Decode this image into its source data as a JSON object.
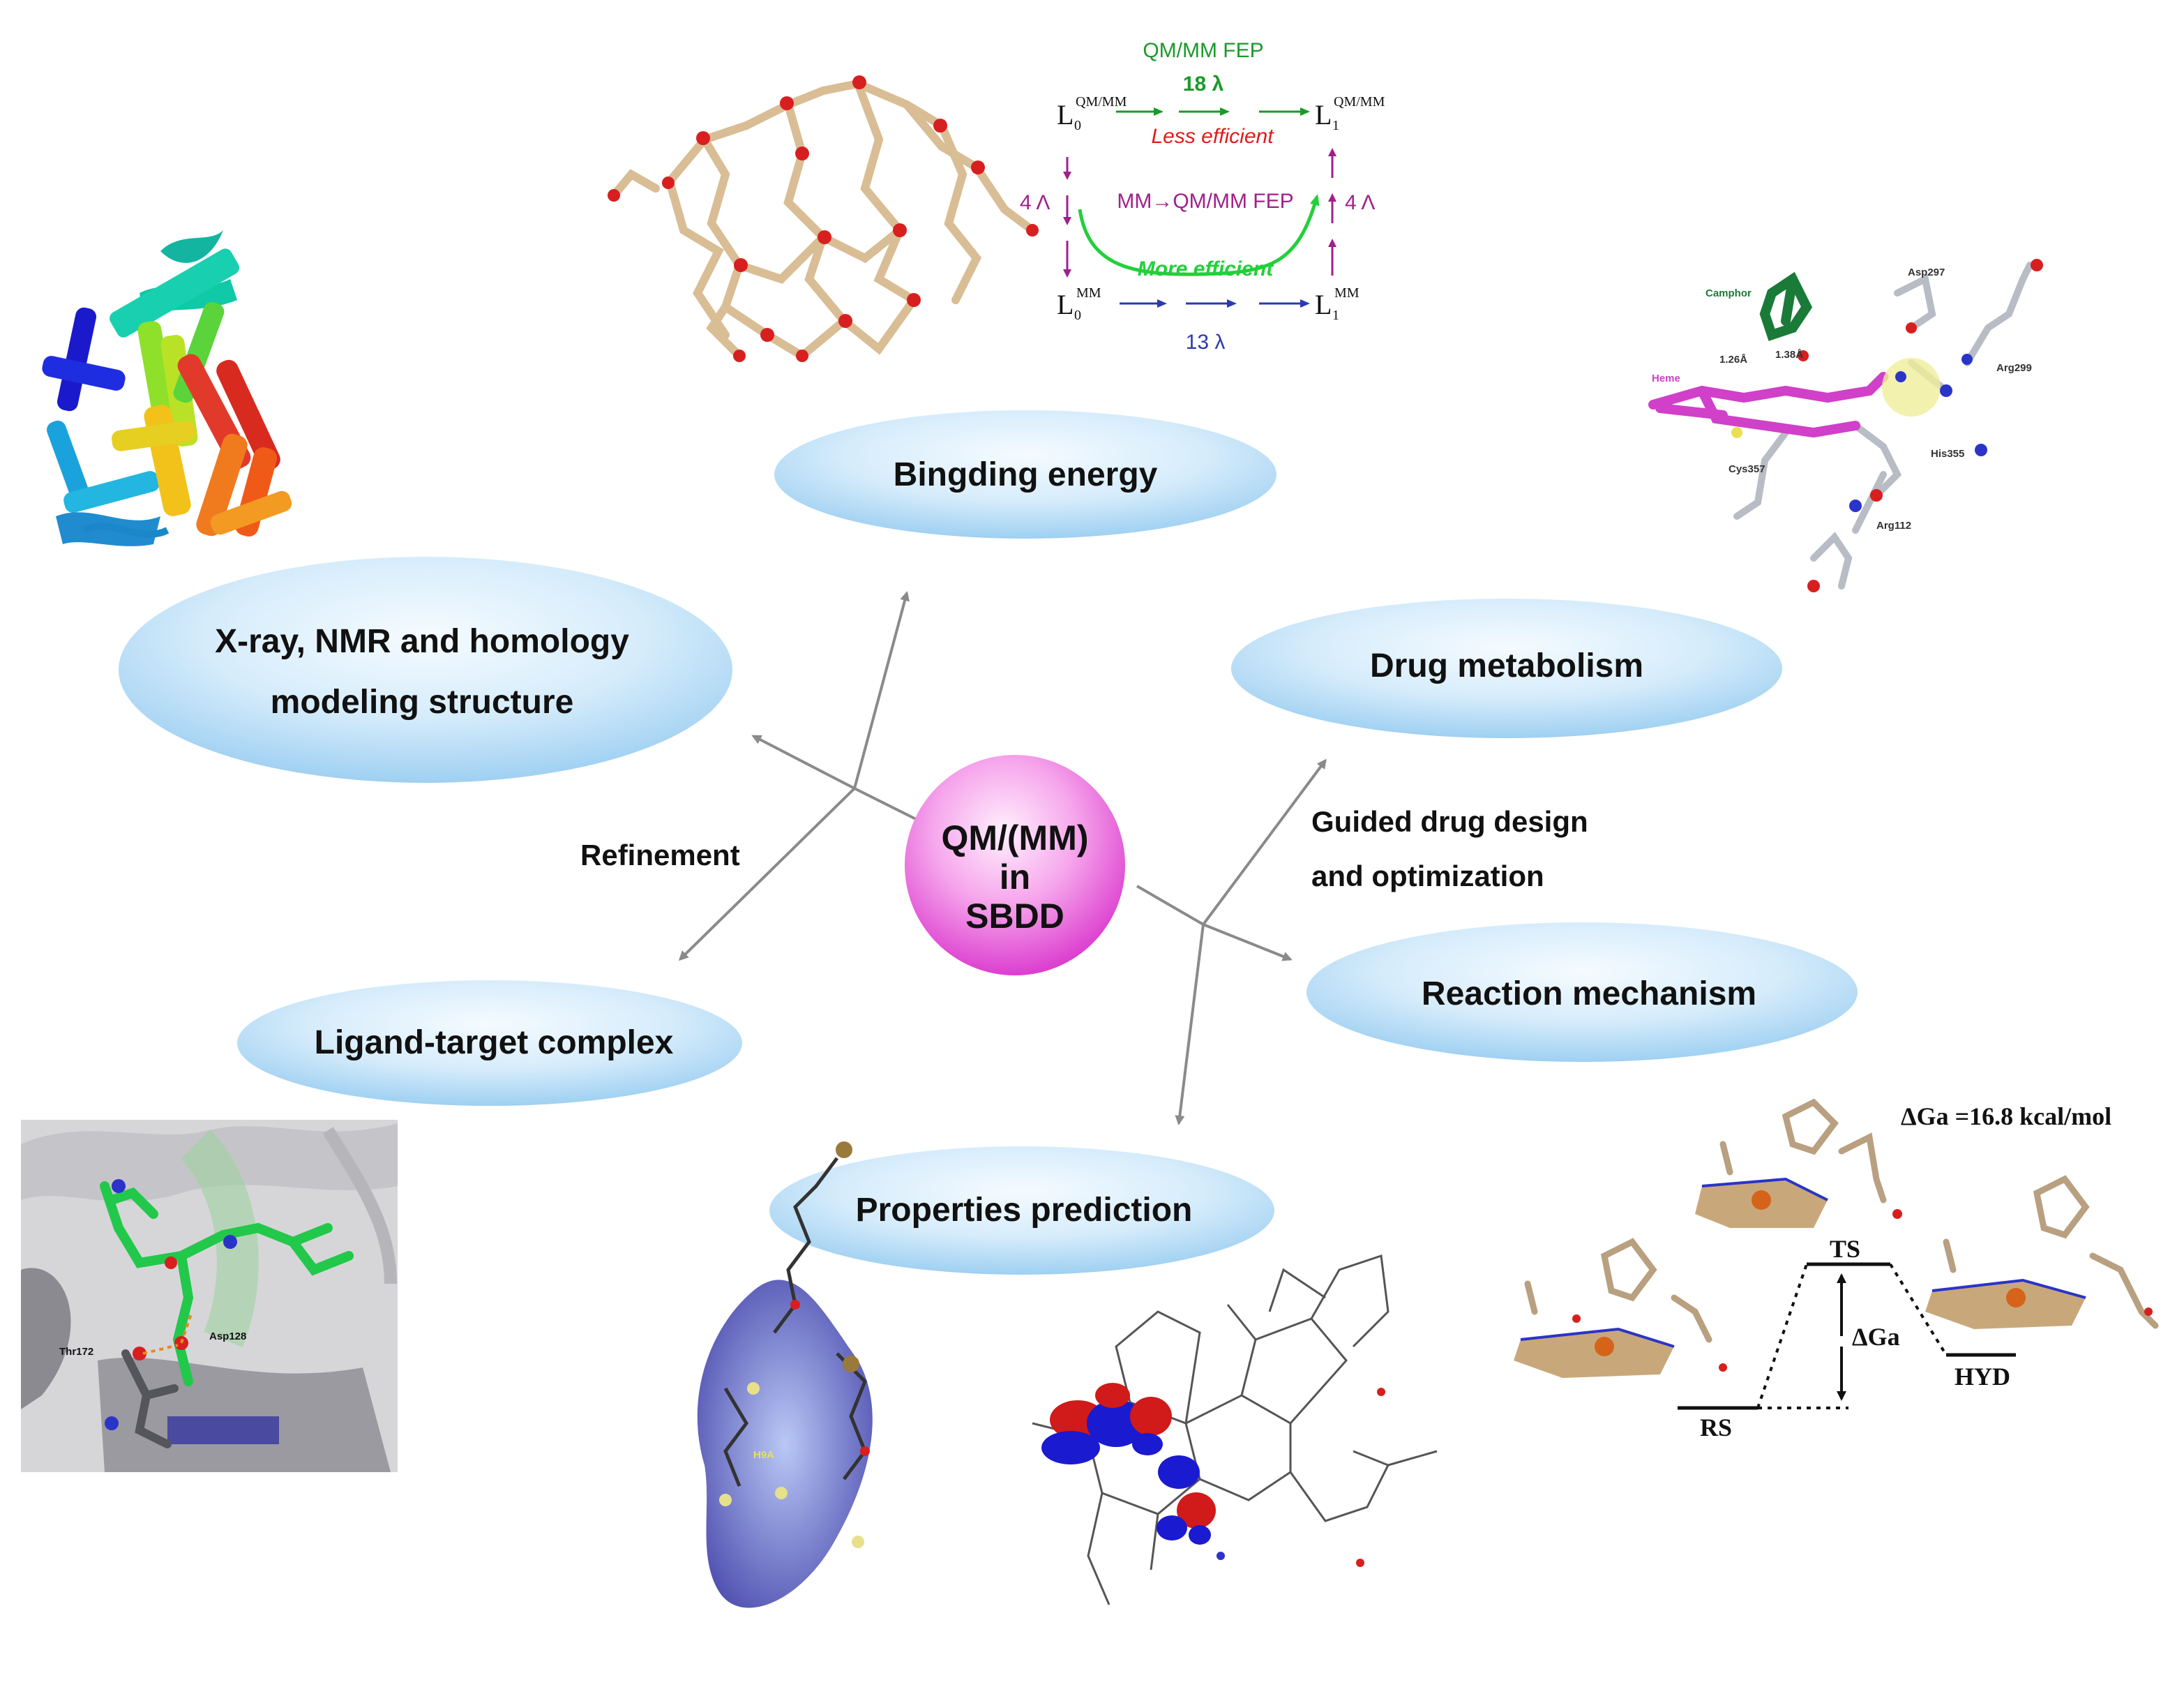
{
  "colors": {
    "ellipse_light": "#eef8ff",
    "ellipse_dark": "#a9d6f5",
    "center_light": "#ffe2fb",
    "center_dark": "#e55ad8",
    "arrow_gray": "#8a8a8a",
    "fep_green": "#1a9a2a",
    "fep_red": "#e01b1b",
    "fep_purple": "#a0208a",
    "fep_blue": "#2a3ab0",
    "fep_bright_green": "#22d03a"
  },
  "center": {
    "line1": "QM/(MM)",
    "line2": "in",
    "line3": "SBDD"
  },
  "nodes": {
    "binding_energy": "Bingding energy",
    "xray_line1": "X-ray, NMR and homology",
    "xray_line2": "modeling structure",
    "drug_metabolism": "Drug metabolism",
    "reaction_mechanism": "Reaction mechanism",
    "ligand_target": "Ligand-target complex",
    "properties_prediction": "Properties prediction"
  },
  "edge_labels": {
    "refinement": "Refinement",
    "guided_line1": "Guided drug design",
    "guided_line2": "and optimization"
  },
  "fep_scheme": {
    "title": "QM/MM FEP",
    "top_count": "18 λ",
    "less_efficient": "Less efficient",
    "middle": "MM→QM/MM FEP",
    "more_efficient": "More efficient",
    "side_left": "4 Λ",
    "side_right": "4 Λ",
    "bottom_count": "13 λ",
    "L": "L",
    "sub0": "0",
    "sub1": "1",
    "sup_qmmm": "QM/MM",
    "sup_mm": "MM"
  },
  "p450_labels": {
    "camphor": "Camphor",
    "asp297": "Asp297",
    "arg299": "Arg299",
    "heme": "Heme",
    "his355": "His355",
    "cys357": "Cys357",
    "arg112": "Arg112",
    "dist1": "1.26Å",
    "dist2": "1.38Å"
  },
  "energy_diagram": {
    "delta_g_text": "ΔGa =16.8 kcal/mol",
    "ts": "TS",
    "rs": "RS",
    "hyd": "HYD",
    "dga": "ΔGa"
  },
  "ligand_labels": {
    "thr172": "Thr172",
    "asp128": "Asp128"
  },
  "properties_labels": {
    "h9a": "H9A"
  }
}
